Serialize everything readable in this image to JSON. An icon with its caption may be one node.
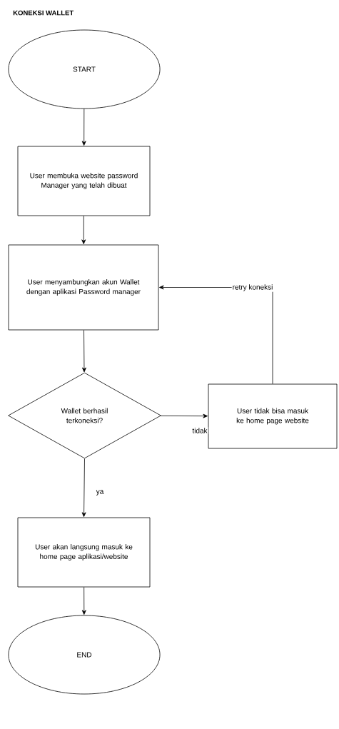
{
  "diagram": {
    "title": "KONEKSI WALLET",
    "nodes": [
      {
        "text": [
          "START"
        ]
      },
      {
        "text": [
          "User membuka website password Manager yang telah dibuat"
        ]
      },
      {
        "text": [
          "User menyambungkan akun Wallet dengan aplikasi Password manager"
        ]
      },
      {
        "text": [
          "Wallet berhasil terkoneksi?"
        ]
      },
      {
        "text": [
          "User tidak bisa masuk ke home page website"
        ]
      },
      {
        "text": [
          "User akan langsung masuk ke home page aplikasi/website"
        ]
      },
      {
        "text": [
          "END"
        ]
      }
    ],
    "edges": [
      {
        "from": 0,
        "to": 1,
        "arrow": "to"
      },
      {
        "from": 1,
        "to": 2,
        "arrow": "to"
      },
      {
        "from": 2,
        "to": 3,
        "arrow": "to"
      },
      {
        "from": 3,
        "to": 4,
        "arrow": "to",
        "label": "tidak"
      },
      {
        "from": 4,
        "to": 2,
        "arrow": "to",
        "label": "retry koneksi"
      },
      {
        "from": 3,
        "to": 5,
        "arrow": "to",
        "label": "ya"
      },
      {
        "from": 5,
        "to": 6,
        "arrow": "to"
      }
    ]
  }
}
